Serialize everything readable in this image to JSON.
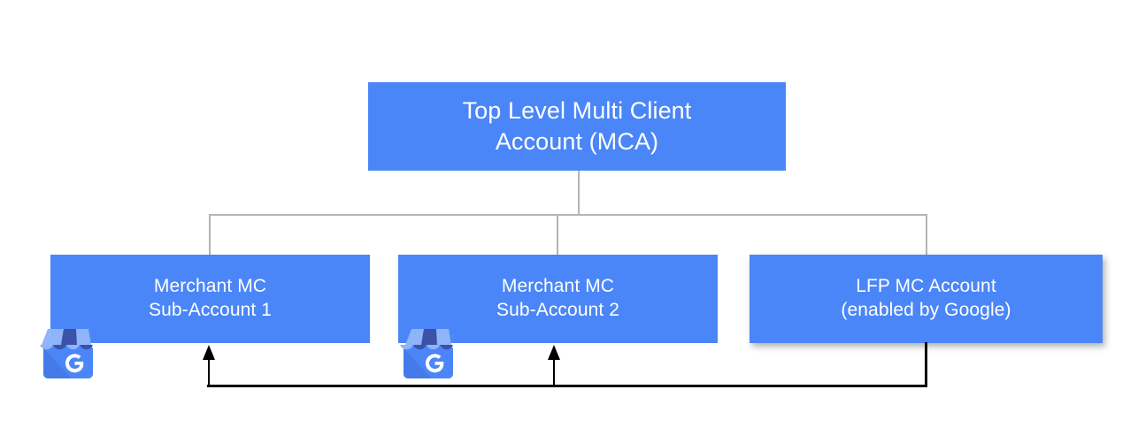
{
  "diagram": {
    "title_text": "Top Level Multi Client\nAccount (MCA)",
    "nodes": {
      "top": {
        "label": "Top Level Multi Client\nAccount (MCA)",
        "color": "#4a86f7"
      },
      "sub1": {
        "label": "Merchant MC\nSub-Account 1",
        "color": "#4a86f7",
        "icon": "google-my-business-icon"
      },
      "sub2": {
        "label": "Merchant MC\nSub-Account 2",
        "color": "#4a86f7",
        "icon": "google-my-business-icon"
      },
      "lfp": {
        "label": "LFP MC Account\n(enabled by Google)",
        "color": "#4a86f7"
      }
    },
    "connectors": {
      "tree_line_color": "#b5b5b5",
      "feed_line_color": "#000000"
    },
    "icons": {
      "storefront_letter": "G"
    }
  }
}
